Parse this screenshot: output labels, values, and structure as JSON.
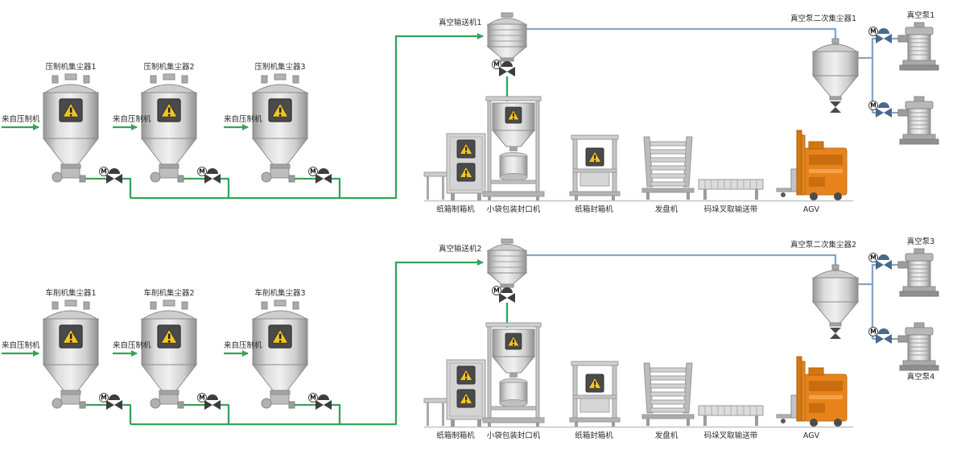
{
  "diagram": {
    "valve_motor_label": "M",
    "colors": {
      "pipe_green": "#33a457",
      "pipe_blue": "#84a5c6",
      "equipment_gray": "#c9c9c9",
      "warning_yellow": "#f5c51c",
      "agv_orange": "#e8831c"
    },
    "top_section": {
      "collectors": [
        {
          "label": "压制机集尘器1",
          "source_label": "来自压制机"
        },
        {
          "label": "压制机集尘器2",
          "source_label": "来自压制机"
        },
        {
          "label": "压制机集尘器3",
          "source_label": "来自压制机"
        }
      ],
      "vacuum_conveyor_label": "真空输送机1",
      "line_equipment": [
        "纸箱制箱机",
        "小袋包装封口机",
        "纸箱封箱机",
        "发盘机",
        "码垛叉取输送带",
        "AGV"
      ],
      "secondary_collector_label": "真空泵二次集尘器1",
      "pump_labels": [
        "真空泵1"
      ]
    },
    "bottom_section": {
      "collectors": [
        {
          "label": "车削机集尘器1",
          "source_label": "来自压制机"
        },
        {
          "label": "车削机集尘器2",
          "source_label": "来自压制机"
        },
        {
          "label": "车削机集尘器3",
          "source_label": "来自压制机"
        }
      ],
      "vacuum_conveyor_label": "真空输送机2",
      "line_equipment": [
        "纸箱制箱机",
        "小袋包装封口机",
        "纸箱封箱机",
        "发盘机",
        "码垛叉取输送带",
        "AGV"
      ],
      "secondary_collector_label": "真空泵二次集尘器2",
      "pump_labels": [
        "真空泵3",
        "真空泵4"
      ]
    }
  }
}
